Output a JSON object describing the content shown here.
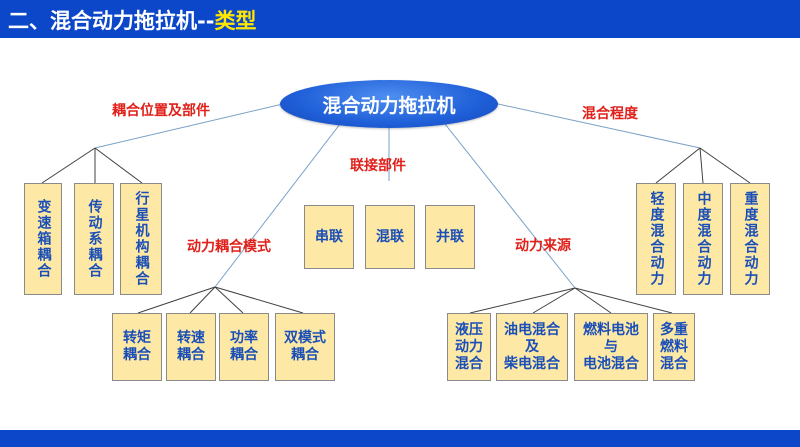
{
  "header": {
    "title_main": "二、混合动力拖拉机--",
    "title_accent": "类型"
  },
  "root": {
    "label": "混合动力拖拉机"
  },
  "categories": {
    "coupling_position": "耦合位置及部件",
    "coupling_mode": "动力耦合模式",
    "connection": "联接部件",
    "power_source": "动力来源",
    "hybrid_degree": "混合程度"
  },
  "coupling_position_items": [
    "变速箱耦合",
    "传动系耦合",
    "行星机构耦合"
  ],
  "coupling_mode_items": [
    "转矩\n耦合",
    "转速\n耦合",
    "功率\n耦合",
    "双模式\n耦合"
  ],
  "connection_items": [
    "串联",
    "混联",
    "并联"
  ],
  "power_source_items": [
    "液压\n动力\n混合",
    "油电混合\n及\n柴电混合",
    "燃料电池\n与\n电池混合",
    "多重\n燃料\n混合"
  ],
  "hybrid_degree_items": [
    "轻度混合动力",
    "中度混合动力",
    "重度混合动力"
  ]
}
